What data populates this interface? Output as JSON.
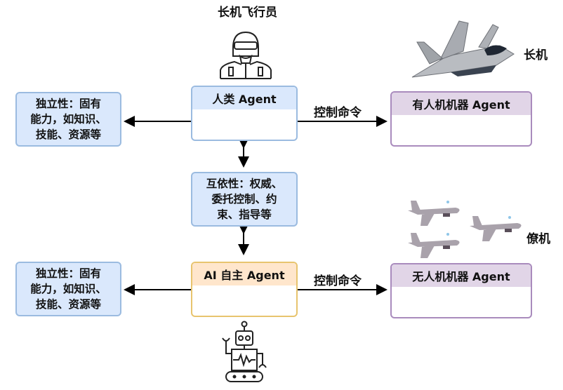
{
  "pilot": {
    "label": "长机飞行员",
    "icon": "pilot-icon"
  },
  "lead_aircraft": {
    "label": "长机",
    "icon": "fighter-jet-icon"
  },
  "wingman_aircraft": {
    "label": "僚机",
    "icon": "drone-icon"
  },
  "robot": {
    "icon": "robot-icon"
  },
  "left_notes": [
    {
      "text": "独立性：固有\n能力，如知识、\n技能、资源等"
    },
    {
      "text": "独立性：固有\n能力，如知识、\n技能、资源等"
    }
  ],
  "center": {
    "human_agent": {
      "title": "人类 Agent"
    },
    "interdependence": {
      "text": "互依性：权威、\n委托控制、约\n束、指导等"
    },
    "ai_agent": {
      "title": "AI 自主 Agent"
    }
  },
  "right": {
    "manned_agent": {
      "title": "有人机机器 Agent"
    },
    "unmanned_agent": {
      "title": "无人机机器 Agent"
    }
  },
  "edges": {
    "top_command": "控制命令",
    "bottom_command": "控制命令"
  },
  "colors": {
    "human_fill": "#dae8fc",
    "human_border": "#9bbbe0",
    "ai_fill": "#ffe6cc",
    "ai_border": "#e8c46e",
    "machine_fill": "#e1d5e7",
    "machine_border": "#a98bbd"
  }
}
